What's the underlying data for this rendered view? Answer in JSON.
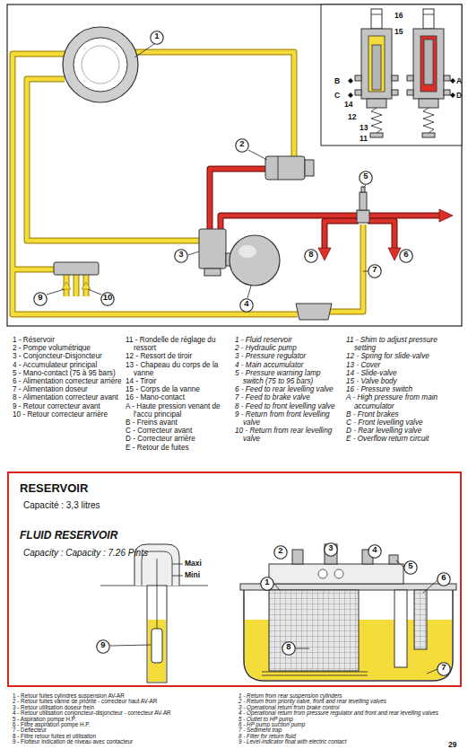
{
  "diagram": {
    "nodes": [
      {
        "text": [
          "1"
        ]
      },
      {
        "text": [
          "2"
        ]
      },
      {
        "text": [
          "5"
        ]
      },
      {
        "text": [
          "8"
        ]
      },
      {
        "text": [
          "6"
        ]
      },
      {
        "text": [
          "3"
        ]
      },
      {
        "text": [
          "7"
        ]
      },
      {
        "text": [
          "9"
        ]
      },
      {
        "text": [
          "10"
        ]
      },
      {
        "text": [
          "4"
        ]
      },
      {
        "text": [
          "RESERVOIR",
          "Capacité : 3,3 litres",
          "FLUID RESERVOIR",
          "Capacity : Capacity : 7.26 Pints"
        ]
      },
      {
        "text": [
          "3"
        ],
        "in": 10
      },
      {
        "text": [
          "2"
        ],
        "in": 10
      },
      {
        "text": [
          "4"
        ],
        "in": 10
      },
      {
        "text": [
          "5"
        ],
        "in": 10
      },
      {
        "text": [
          "6"
        ],
        "in": 10
      },
      {
        "text": [
          "1"
        ],
        "in": 10
      },
      {
        "text": [
          "9"
        ],
        "in": 10
      },
      {
        "text": [
          "8"
        ],
        "in": 10
      },
      {
        "text": [
          "7"
        ],
        "in": 10
      }
    ],
    "labels": [
      "16",
      "15",
      "B",
      "A",
      "C",
      "D",
      "14",
      "13",
      "12",
      "11",
      "1 - Réservoir",
      "2 - Pompe volumétrique",
      "3 - Conjoncteur-Disjoncteur",
      "4 - Accumulateur principal",
      "5 - Mano-contact (75 à 95 bars)",
      "6 - Alimentation correcteur arrière",
      "7 - Alimentation doseur",
      "8 - Alimentation correcteur avant",
      "9 - Retour correcteur avant",
      "10 - Retour correcteur arrière",
      "11 - Rondelle de réglage du ressort",
      "12 - Ressort de tiroir",
      "13 - Chapeau du corps de la vanne",
      "14 - Tiroir",
      "15 - Corps de la vanne",
      "16 - Mano-contact",
      "A - Haute pression venant de l'accu principal",
      "B - Freins avant",
      "C - Correcteur avant",
      "D - Correcteur arrière",
      "E - Retour de fuites",
      "1 - Fluid reservoir",
      "2 - Hydraulic pump",
      "3 - Pressure regulator",
      "4 - Main accumulator",
      "5 - Pressure warning lamp switch (75 to 95 bars)",
      "6 - Feed to rear levelling valve",
      "7 - Feed to brake valve",
      "8 - Feed to front levelling valve",
      "9 - Return from front levelling valve",
      "10 - Return from rear levelling valve",
      "11 - Shim to adjust pressure setting",
      "12 - Spring for slide-valve",
      "13 - Cover",
      "14 - Slide-valve",
      "15 - Valve body",
      "16 - Pressure switch",
      "A - High pressure from main accumulator",
      "B - Front brakes",
      "C - Front levelling valve",
      "D - Rear levelling valve",
      "E - Overflow return circuit",
      "Maxi",
      "Mini",
      "1 - Retour fuites cylindres suspension AV-AR",
      "2 - Retour fuites vanne de priorité - correcteur haut AV-AR",
      "3 - Retour utilisation doseur frein",
      "4 - Retour utilisation conjoncteur-disjoncteur - correcteur AV-AR",
      "5 - Aspiration pompe H.P.",
      "6 - Filtre aspiration pompe H.P.",
      "7 - Déflecteur",
      "8 - Filtre retour fuites et utilisation",
      "9 - Flotteur indication de niveau avec contacteur",
      "1 - Return from rear suspension cylinders",
      "2 - Return from priority valve, front and rear levelling valves",
      "3 - Operational return from brake control",
      "4 - Operational return from pressure regulator and front and rear levelling valves",
      "5 - Outlet to HP pump",
      "6 - HP pump suction pump",
      "7 - Sediment trap",
      "8 - Filter for return fluid",
      "9 - Level-indicator float with electric contact",
      "29"
    ]
  }
}
